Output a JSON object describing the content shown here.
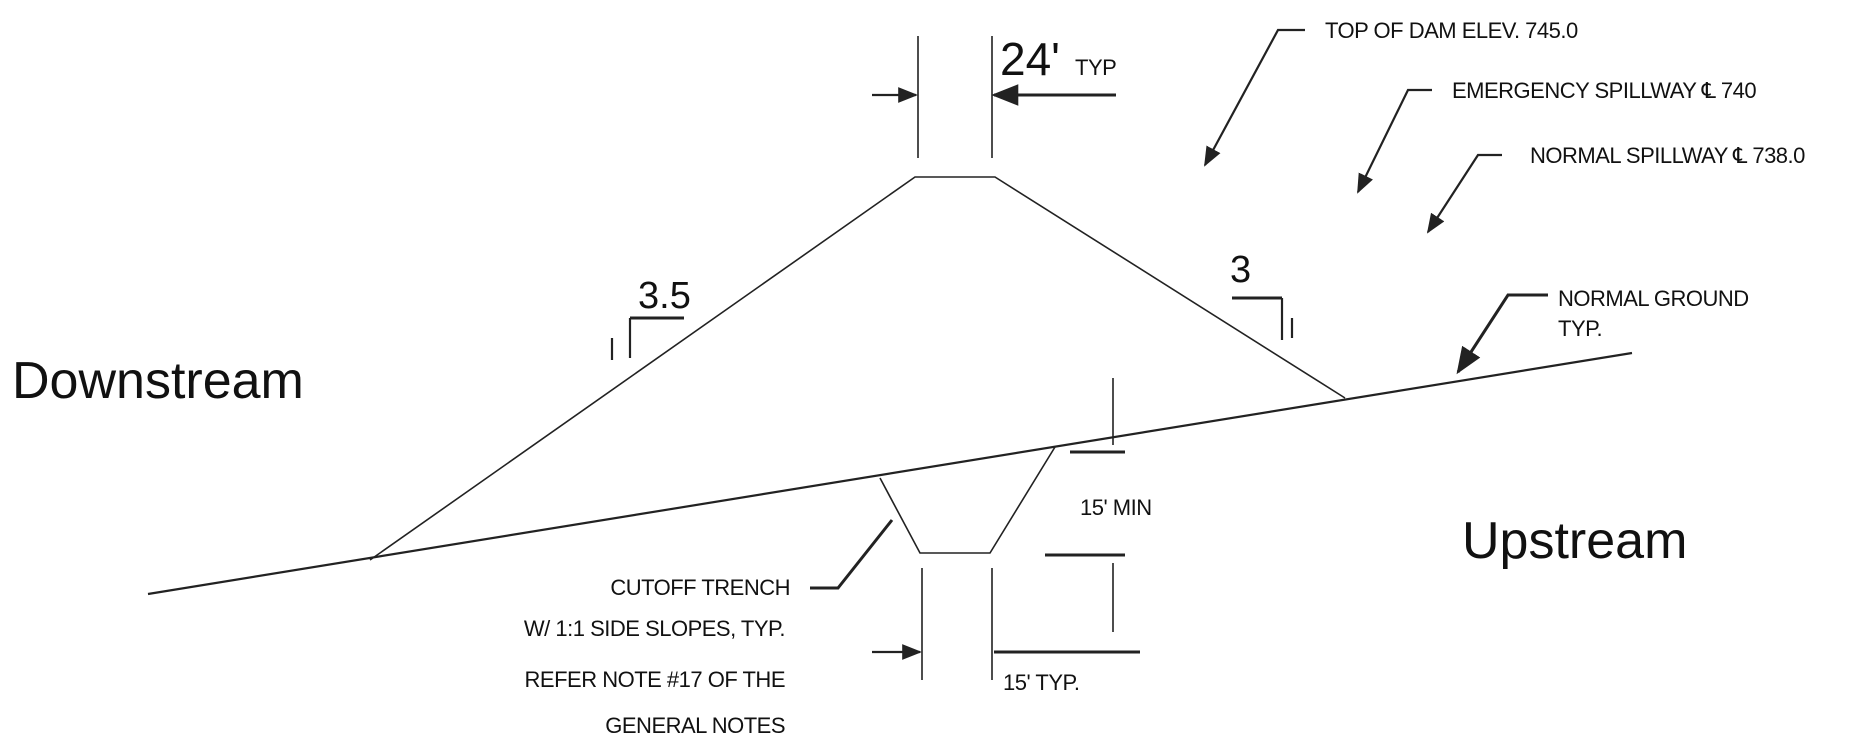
{
  "diagram": {
    "side_labels": {
      "downstream": "Downstream",
      "upstream": "Upstream"
    },
    "crest_width": {
      "value": "24'",
      "suffix": "TYP"
    },
    "slopes": {
      "downstream_h": "3.5",
      "downstream_v": "1",
      "upstream_h": "3",
      "upstream_v": "1"
    },
    "elevations": {
      "top_of_dam": "TOP OF DAM ELEV. 745.0",
      "emergency_spillway": "EMERGENCY SPILLWAY ℄ 740",
      "normal_spillway": "NORMAL SPILLWAY ℄ 738.0"
    },
    "normal_ground": {
      "line1": "NORMAL GROUND",
      "line2": "TYP."
    },
    "cutoff_depth": "15' MIN",
    "trench_width": "15' TYP.",
    "cutoff_note": [
      "CUTOFF TRENCH",
      "W/ 1:1 SIDE SLOPES, TYP.",
      "REFER NOTE #17 OF THE",
      "GENERAL NOTES"
    ]
  }
}
